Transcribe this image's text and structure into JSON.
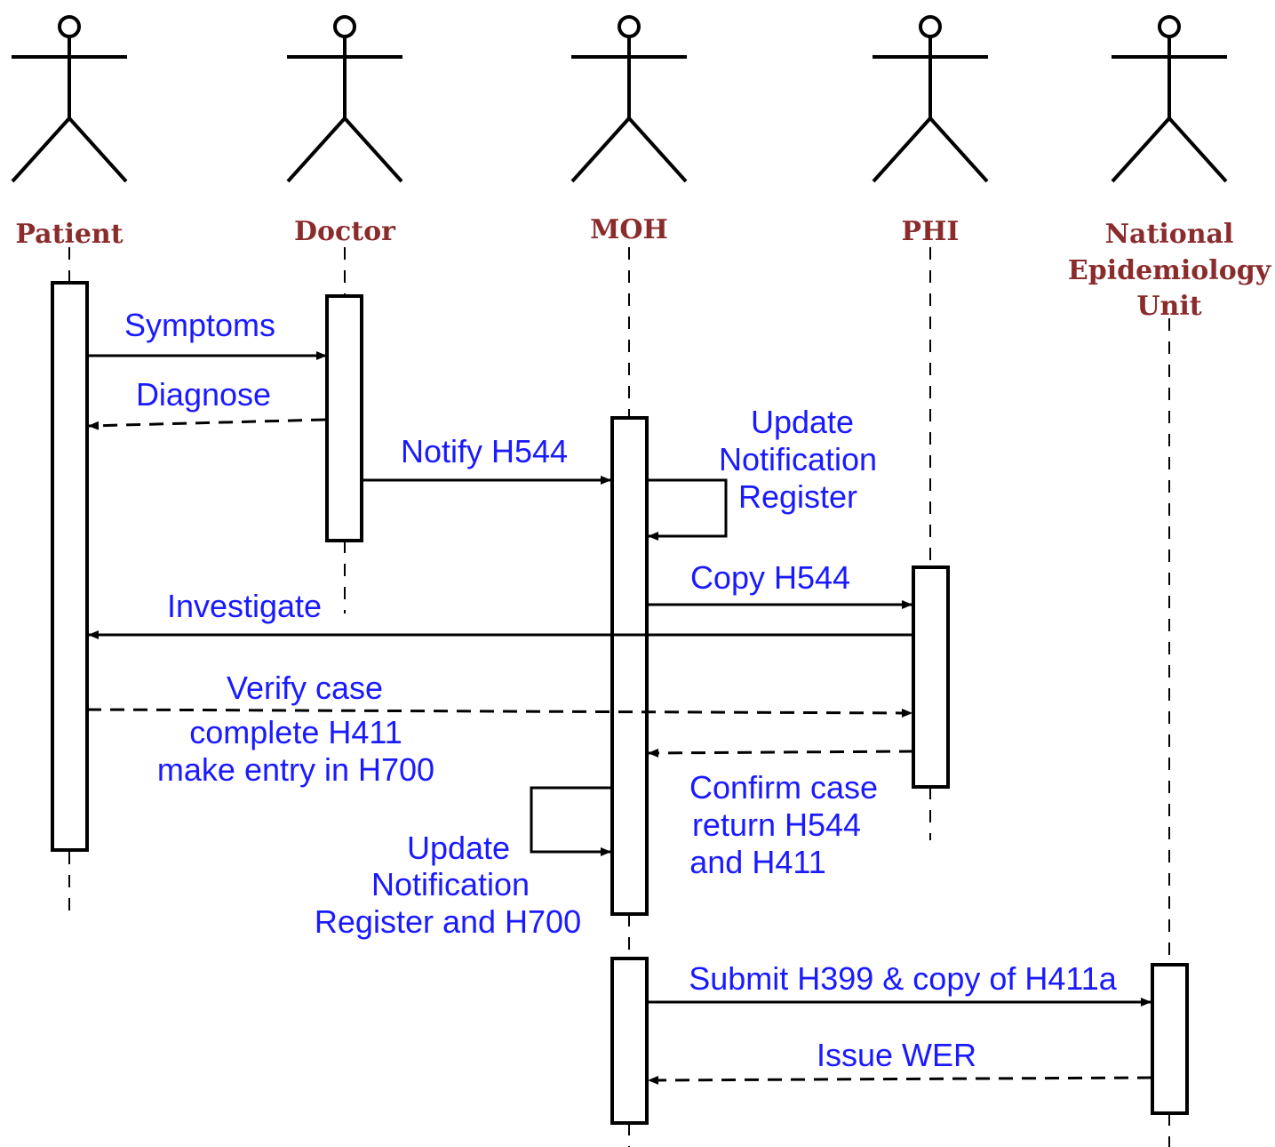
{
  "colors": {
    "actor_label": "#8b2c2c",
    "message_text": "#1a1aff",
    "line": "#000000"
  },
  "actors": [
    {
      "id": "patient",
      "lines": [
        "Patient"
      ]
    },
    {
      "id": "doctor",
      "lines": [
        "Doctor"
      ]
    },
    {
      "id": "moh",
      "lines": [
        "MOH"
      ]
    },
    {
      "id": "phi",
      "lines": [
        "PHI"
      ]
    },
    {
      "id": "neu",
      "lines": [
        "National",
        "Epidemiology",
        "Unit"
      ]
    }
  ],
  "messages": [
    {
      "id": "symptoms",
      "from": "patient",
      "to": "doctor",
      "style": "solid",
      "lines": [
        "Symptoms"
      ]
    },
    {
      "id": "diagnose",
      "from": "doctor",
      "to": "patient",
      "style": "dashed",
      "lines": [
        "Diagnose"
      ]
    },
    {
      "id": "notify",
      "from": "doctor",
      "to": "moh",
      "style": "solid",
      "lines": [
        "Notify H544"
      ]
    },
    {
      "id": "update1",
      "from": "moh",
      "to": "moh",
      "style": "solid",
      "lines": [
        "Update",
        "Notification",
        "Register"
      ]
    },
    {
      "id": "copy",
      "from": "moh",
      "to": "phi",
      "style": "solid",
      "lines": [
        "Copy H544"
      ]
    },
    {
      "id": "investigate",
      "from": "phi",
      "to": "patient",
      "style": "solid",
      "lines": [
        "Investigate"
      ]
    },
    {
      "id": "verify",
      "from": "patient",
      "to": "phi",
      "style": "dashed",
      "lines": [
        "Verify case",
        "complete H411",
        "make entry in H700"
      ]
    },
    {
      "id": "confirm",
      "from": "phi",
      "to": "moh",
      "style": "dashed",
      "lines": [
        "Confirm case",
        "return H544",
        "and H411"
      ]
    },
    {
      "id": "update2",
      "from": "moh",
      "to": "moh",
      "style": "solid",
      "lines": [
        "Update",
        "Notification",
        "Register and H700"
      ]
    },
    {
      "id": "submit",
      "from": "moh",
      "to": "neu",
      "style": "solid",
      "lines": [
        "Submit H399 & copy of H411a"
      ]
    },
    {
      "id": "wer",
      "from": "neu",
      "to": "moh",
      "style": "dashed",
      "lines": [
        "Issue WER"
      ]
    }
  ]
}
